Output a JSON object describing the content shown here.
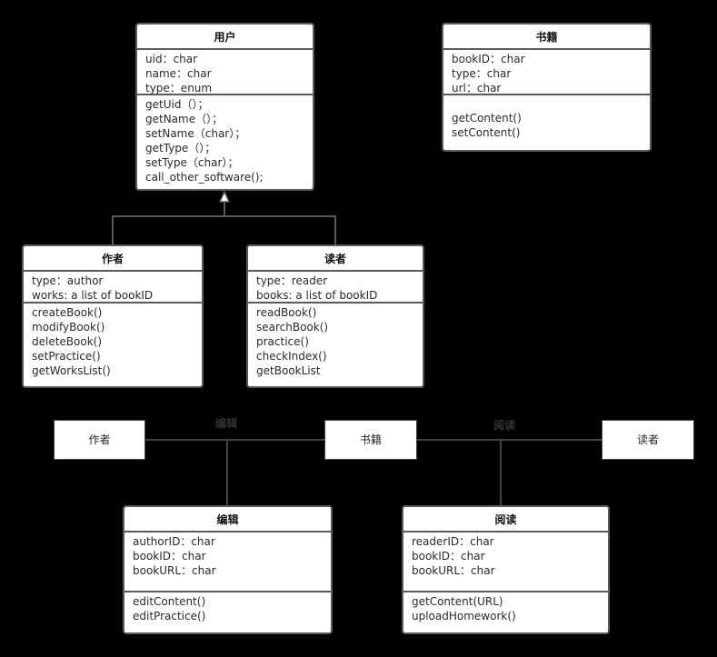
{
  "classes": {
    "user": {
      "title": "用户",
      "attrs": [
        "uid：char",
        "name：char",
        "type：enum"
      ],
      "methods": [
        "getUid（）；",
        "getName（）；",
        "setName（char）；",
        "getType（）；",
        "setType（char）；",
        "call_other_software();"
      ]
    },
    "book": {
      "title": "书籍",
      "attrs": [
        "bookID：char",
        "type：char",
        "url：char"
      ],
      "methods": [
        "getContent()",
        "setContent()"
      ]
    },
    "author": {
      "title": "作者",
      "attrs": [
        "type：author",
        "works: a list of bookID"
      ],
      "methods": [
        "createBook()",
        "modifyBook()",
        "deleteBook()",
        "setPractice()",
        "getWorksList()"
      ]
    },
    "reader": {
      "title": "读者",
      "attrs": [
        "type：reader",
        "books: a list of bookID"
      ],
      "methods": [
        "readBook()",
        "searchBook()",
        "practice()",
        "checkIndex()",
        "getBookList"
      ]
    },
    "edit": {
      "title": "编辑",
      "attrs": [
        "authorID：char",
        "bookID：char",
        "bookURL：char"
      ],
      "methods": [
        "editContent()",
        "editPractice()"
      ]
    },
    "read": {
      "title": "阅读",
      "attrs": [
        "readerID：char",
        "bookID：char",
        "bookURL：char"
      ],
      "methods": [
        "getContent(URL)",
        "uploadHomework()"
      ]
    }
  },
  "entities": {
    "author": "作者",
    "book": "书籍",
    "reader": "读者"
  },
  "relations": {
    "edit": "编辑",
    "read": "阅读"
  }
}
